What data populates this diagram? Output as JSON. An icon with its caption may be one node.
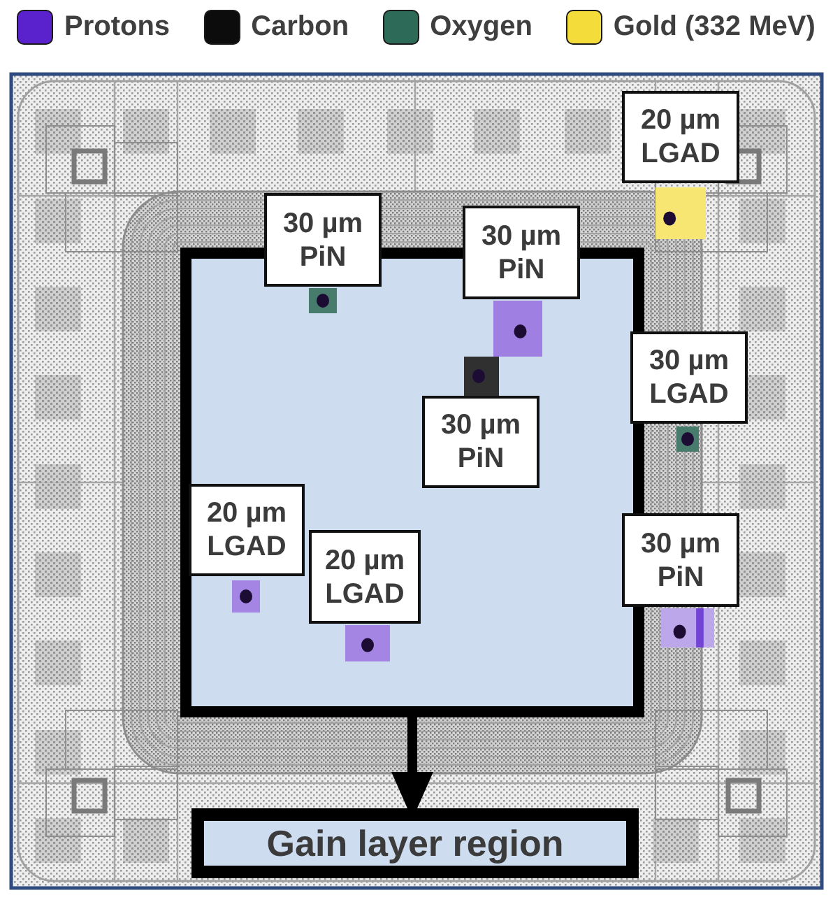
{
  "diagram": {
    "nodes": [
      {
        "text": [],
        "shape": "box"
      },
      {
        "text": [
          "20 µm LGAD"
        ]
      },
      {
        "text": [
          "30 µm PiN"
        ]
      },
      {
        "text": [
          "30 µm PiN"
        ]
      },
      {
        "text": [
          "30 µm LGAD"
        ]
      },
      {
        "text": [
          "30 µm PiN"
        ],
        "in": 0
      },
      {
        "text": [
          "20 µm LGAD"
        ],
        "in": 0
      },
      {
        "text": [
          "30 µm PiN"
        ]
      },
      {
        "text": [
          "20 µm LGAD"
        ],
        "in": 0
      },
      {
        "text": [
          "Gain layer region"
        ]
      }
    ],
    "edges": [
      {
        "from": 0,
        "to": 9,
        "arrow": "to"
      }
    ],
    "legend": [
      {
        "text": "Protons",
        "color": "#5a22cc"
      },
      {
        "text": "Carbon",
        "color": "#0c0c0c"
      },
      {
        "text": "Oxygen",
        "color": "#2e6a58"
      },
      {
        "text": "Gold (332 MeV)",
        "color": "#f4dc3a"
      }
    ]
  }
}
